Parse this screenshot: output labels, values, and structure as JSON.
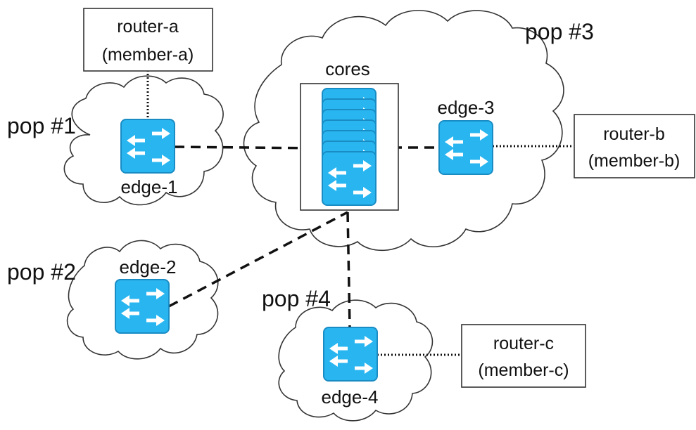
{
  "pops": {
    "pop1": "pop #1",
    "pop2": "pop #2",
    "pop3": "pop #3",
    "pop4": "pop #4"
  },
  "switches": {
    "edge1": "edge-1",
    "edge2": "edge-2",
    "edge3": "edge-3",
    "edge4": "edge-4",
    "cores": "cores"
  },
  "routers": {
    "a": {
      "name": "router-a",
      "member": "(member-a)"
    },
    "b": {
      "name": "router-b",
      "member": "(member-b)"
    },
    "c": {
      "name": "router-c",
      "member": "(member-c)"
    }
  },
  "colors": {
    "switch_fill": "#29b6f0",
    "switch_stroke": "#1a8cc4",
    "outline": "#333333",
    "text": "#111111"
  },
  "icons": {
    "switch": "switch-arrows-icon",
    "cloud": "cloud-shape"
  }
}
